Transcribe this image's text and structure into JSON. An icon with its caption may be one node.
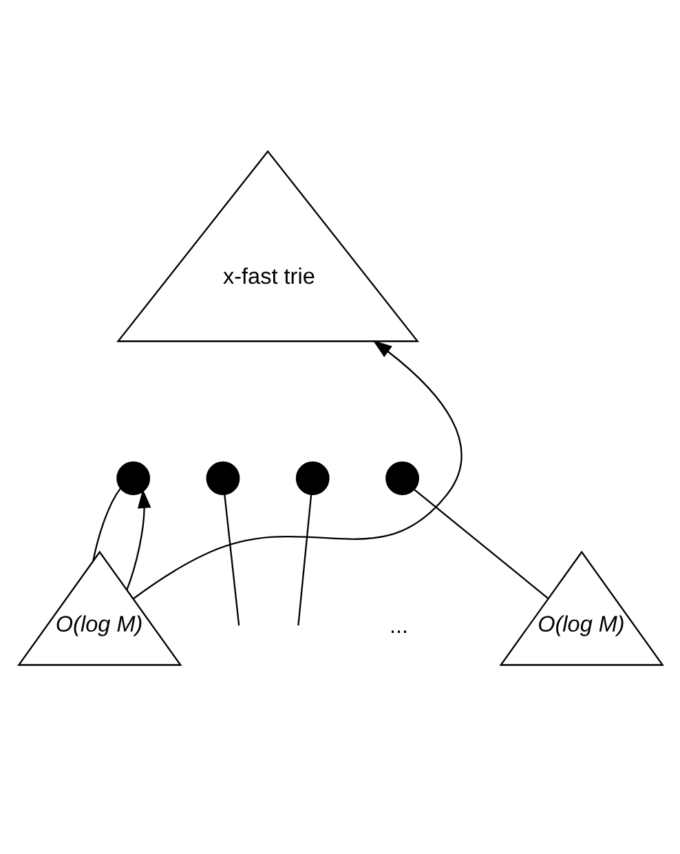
{
  "diagram": {
    "nodes": [
      {
        "text": [
          "x-fast trie"
        ]
      },
      {
        "text": [],
        "shape": "circle"
      },
      {
        "text": [],
        "shape": "circle"
      },
      {
        "text": [],
        "shape": "circle"
      },
      {
        "text": [],
        "shape": "circle"
      },
      {
        "text": [
          "O(log M)"
        ]
      },
      {
        "text": [
          "O(log M)"
        ]
      }
    ],
    "edges": [
      {
        "from": 1,
        "to": 5,
        "arrow": "none"
      },
      {
        "from": 2,
        "to": null,
        "arrow": "none"
      },
      {
        "from": 3,
        "to": null,
        "arrow": "none"
      },
      {
        "from": 4,
        "to": 6,
        "arrow": "none"
      },
      {
        "from": 5,
        "to": 1,
        "arrow": "to"
      },
      {
        "from": 5,
        "to": 0,
        "arrow": "to"
      }
    ],
    "labels": [
      "..."
    ]
  }
}
